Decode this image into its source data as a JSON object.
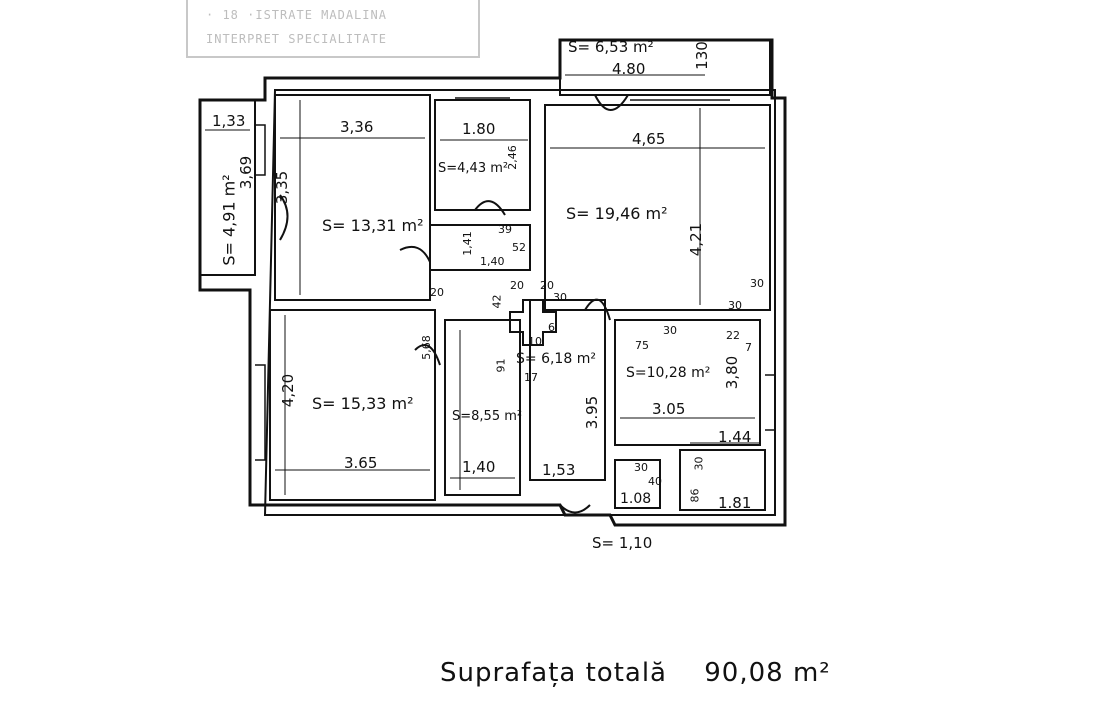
{
  "stamp": {
    "line1": "· 18 ·ISTRATE MADALINA",
    "line2": "INTERPRET SPECIALITATE"
  },
  "balcony_top": {
    "area": "S= 6,53 m²",
    "length": "4.80",
    "width": "130"
  },
  "balcony_left": {
    "area": "S= 4,91 m²",
    "width": "1,33",
    "length": "3,69"
  },
  "room_a": {
    "area": "S= 13,31 m²",
    "width": "3,36",
    "depth": "3,35"
  },
  "room_b": {
    "area": "S=4,43 m²",
    "width": "1.80",
    "depth": "2,46"
  },
  "room_c": {
    "area": "S= 19,46 m²",
    "width": "4,65",
    "depth": "4,21",
    "n1": "30",
    "n2": "30"
  },
  "room_d": {
    "area": "S= 15,33 m²",
    "width": "3.65",
    "depth": "4,20"
  },
  "room_e": {
    "area": "S=8,55 m²",
    "width": "1,40",
    "depth": "5,68"
  },
  "hall": {
    "area": "S= 6,18 m²",
    "width": "1,53",
    "depth": "3.95",
    "n1": "91",
    "n2": "17",
    "n3": "10",
    "n4": "6",
    "n5": "42",
    "n6": "20",
    "n7": "30"
  },
  "room_g": {
    "area": "S=10,28 m²",
    "width": "3.05",
    "depth": "3,80",
    "n1": "30",
    "n2": "75",
    "n3": "22",
    "n4": "7"
  },
  "closet": {
    "w": "1,41",
    "d": "1,40",
    "n1": "39",
    "n2": "52",
    "n3": "20",
    "n4": "20"
  },
  "wc": {
    "area": "S= 1,10",
    "width": "1.08",
    "n1": "30",
    "n2": "40"
  },
  "bath": {
    "width": "1.44",
    "depth": "1.81",
    "n1": "30",
    "n2": "86"
  },
  "total": {
    "label": "Suprafața totală",
    "value": "90,08 m²"
  }
}
